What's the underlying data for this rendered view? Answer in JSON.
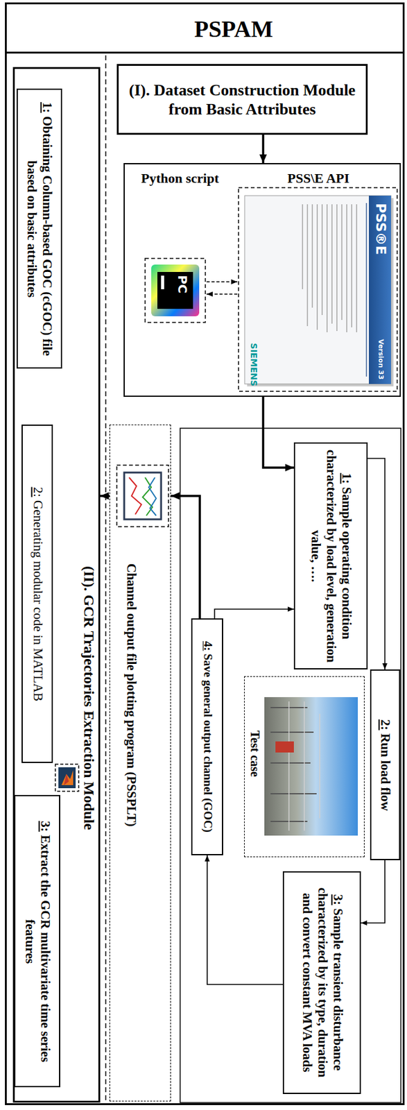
{
  "diagram": {
    "nodes": [
      {
        "text": [
          "PSPAM"
        ]
      },
      {
        "text": [
          "(I). Dataset Construction Module from Basic Attributes"
        ],
        "in": 0
      },
      {
        "text": [
          "Python script",
          "PSS\\E API"
        ],
        "in": 0
      },
      {
        "text": [
          "1: Sample operating condition characterized by load level, generation value, …."
        ],
        "in": 0
      },
      {
        "text": [
          "2: Run load flow"
        ],
        "in": 0
      },
      {
        "text": [
          "Test case"
        ],
        "in": 0
      },
      {
        "text": [
          "3: Sample transient disturbance characterized by its type, duration and convert constant MVA loads"
        ],
        "in": 0
      },
      {
        "text": [
          "4: Save general output channel (GOC)"
        ],
        "in": 0
      },
      {
        "text": [
          "Channel output file plotting program (PSSPLT)"
        ],
        "in": 0
      },
      {
        "text": [
          "(II). GCR Trajectories Extraction Module"
        ],
        "in": 0
      },
      {
        "text": [
          "1: Obtaining Column-based GOC (cGOC) file based on basic attributes"
        ],
        "in": 9
      },
      {
        "text": [
          "2: Generating modular code in MATLAB"
        ],
        "in": 9
      },
      {
        "text": [
          "3: Extract the GCR multivariate time series features"
        ],
        "in": 9
      }
    ],
    "edges": [
      {
        "from": 1,
        "to": 2,
        "arrow": "to"
      },
      {
        "from": 2,
        "to": 3,
        "arrow": "to"
      },
      {
        "from": 3,
        "to": 4,
        "arrow": "to"
      },
      {
        "from": 4,
        "to": 6,
        "arrow": "to"
      },
      {
        "from": 6,
        "to": 7,
        "arrow": "to"
      },
      {
        "from": 7,
        "to": 3,
        "arrow": "to"
      },
      {
        "from": 7,
        "to": 8,
        "arrow": "to"
      },
      {
        "from": 8,
        "to": 9,
        "arrow": "to"
      }
    ],
    "labels": [
      "PSS®E",
      "Version 33",
      "SIEMENS",
      "PC"
    ]
  }
}
